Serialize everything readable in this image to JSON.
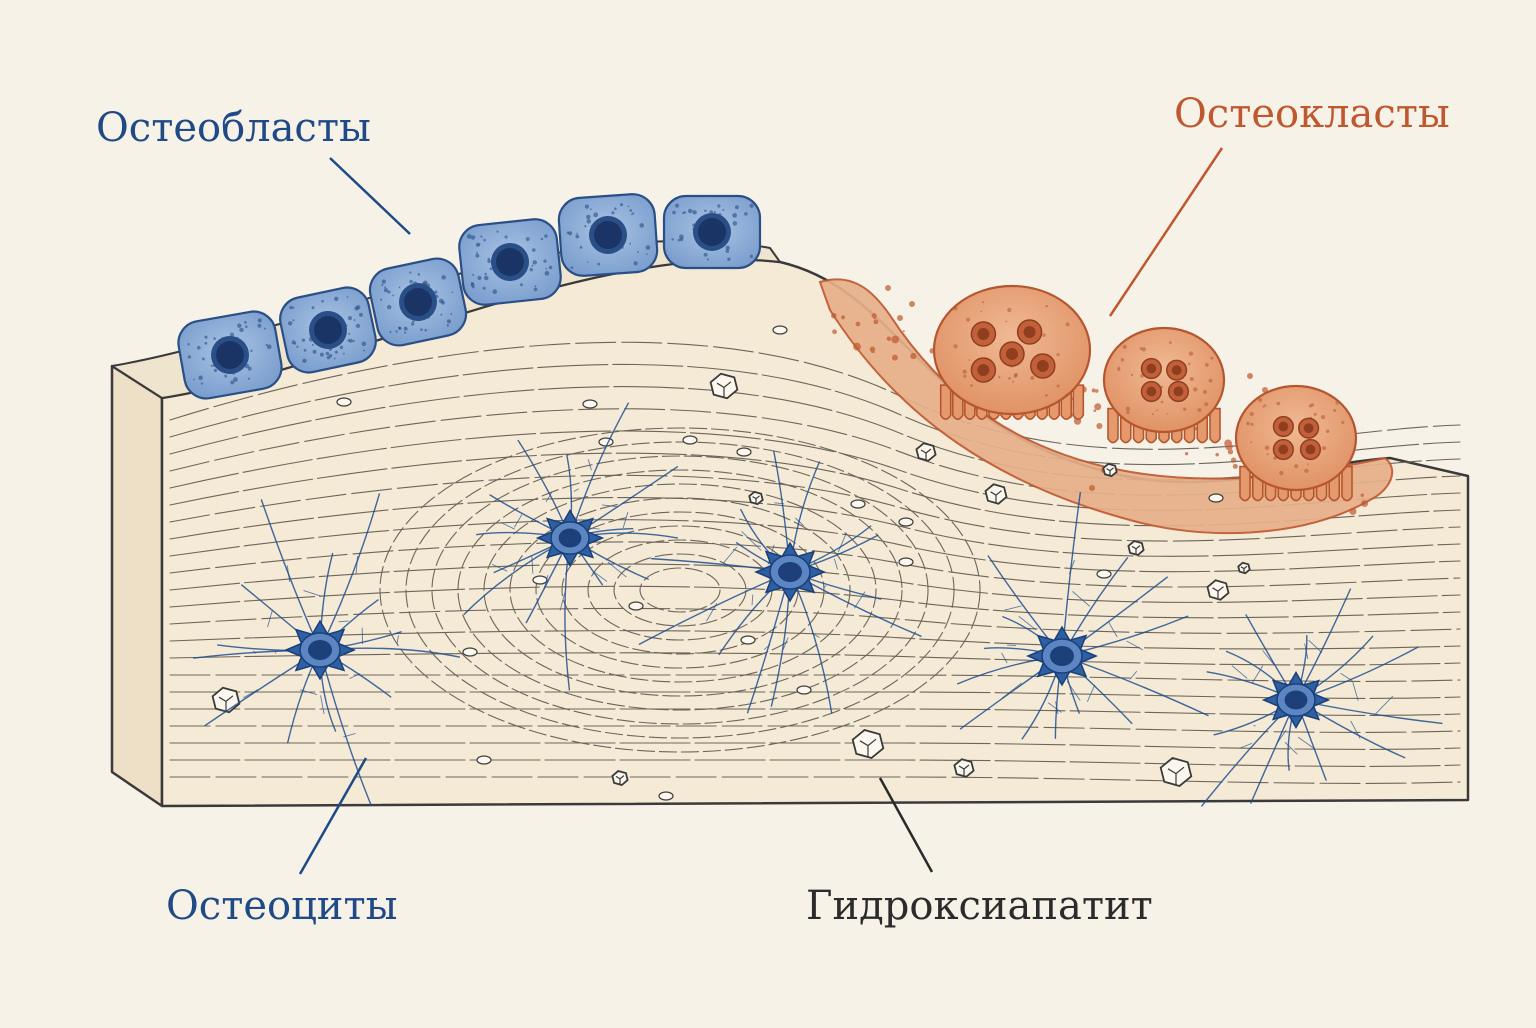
{
  "labels": {
    "osteoblasts": "Остеобласты",
    "osteoclasts": "Остеокласты",
    "osteocytes": "Остеоциты",
    "hydroxyapatite": "Гидроксиапатит"
  },
  "colors": {
    "background": "#f7f2e8",
    "bone_matrix": "#f4ead6",
    "bone_side": "#ede0c6",
    "outline": "#3a3a3a",
    "osteoblast_fill": "#8fb0d8",
    "osteoblast_nucleus": "#1d3f7a",
    "osteocyte": "#1f4e8f",
    "osteoclast_fill": "#e9a27a",
    "osteoclast_nucleus": "#b5562f",
    "resorption_zone": "#e6b08a",
    "blue_label": "#1f4a86",
    "orange_label": "#c0582f",
    "dark_label": "#2b2b2b"
  },
  "icons": {
    "osteoblast": "cuboidal-cell-icon",
    "osteoclast": "multinucleated-cell-icon",
    "osteocyte": "star-shaped-cell-icon",
    "hydroxyapatite": "crystal-icon"
  }
}
